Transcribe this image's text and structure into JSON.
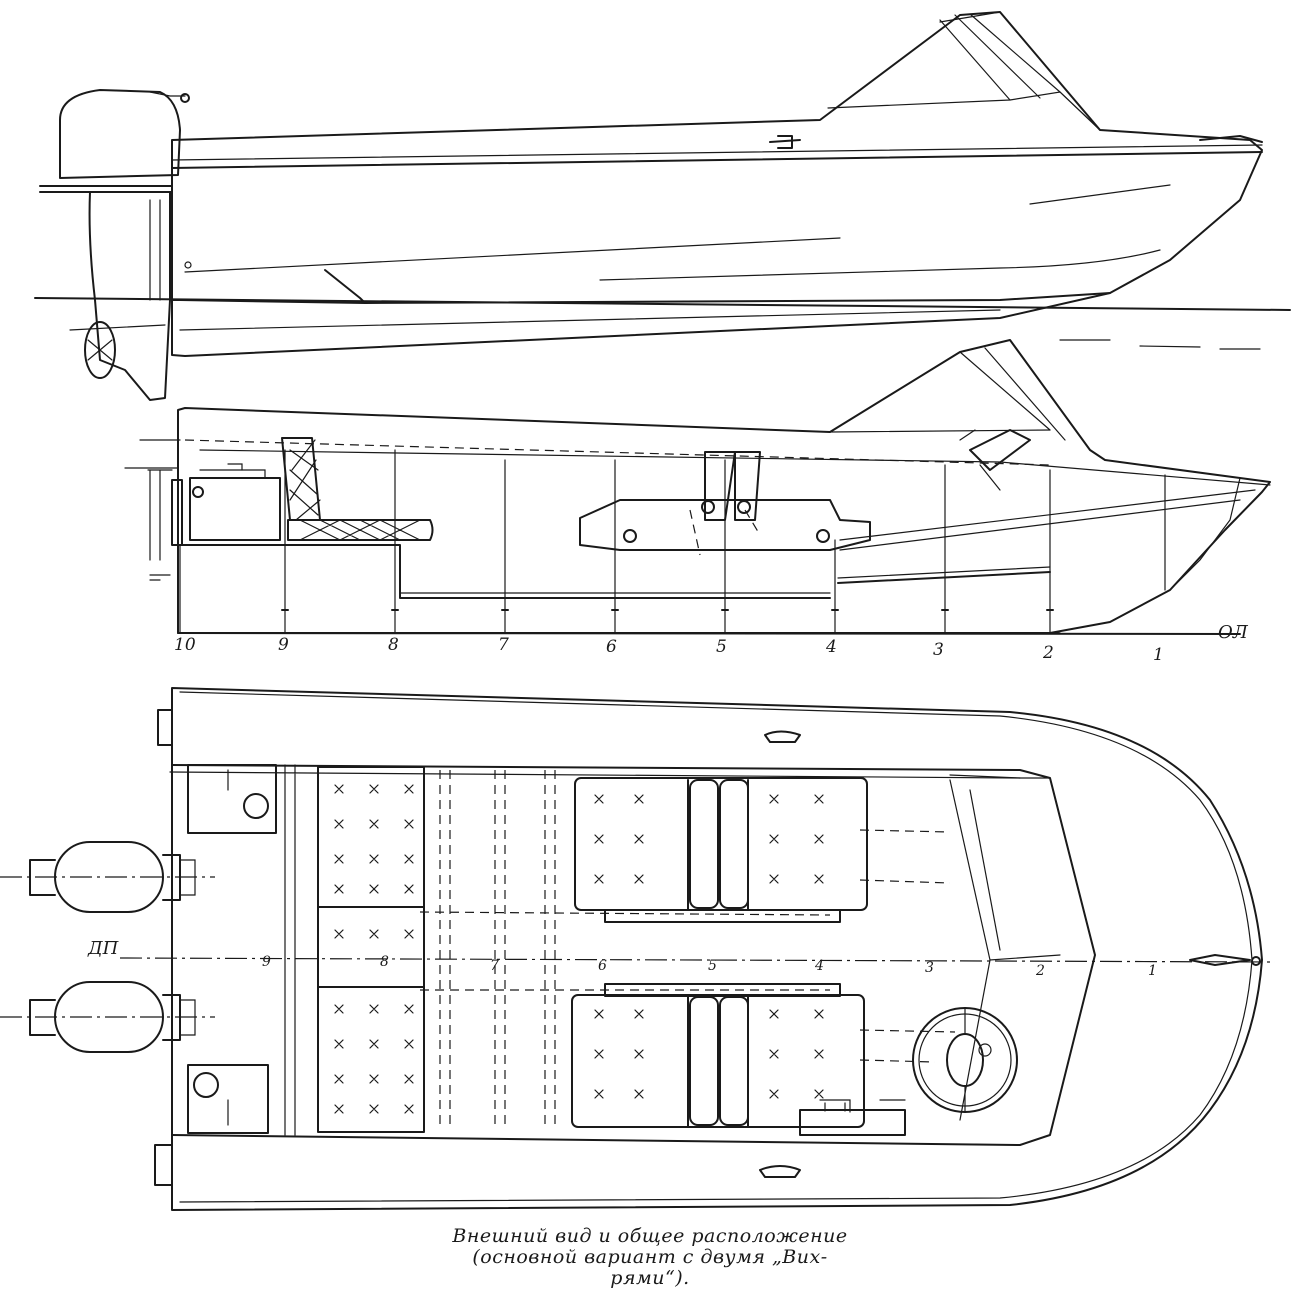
{
  "profile_view": {
    "frame_numbers": [
      "10",
      "9",
      "8",
      "7",
      "6",
      "5",
      "4",
      "3",
      "2",
      "1"
    ],
    "baseline_label": "ОЛ"
  },
  "plan_view": {
    "centerline_label": "ДП",
    "frame_numbers": [
      "9",
      "8",
      "7",
      "6",
      "5",
      "4",
      "3",
      "2",
      "1"
    ]
  },
  "caption": {
    "line1": "Внешний вид и общее расположение",
    "line2": "(основной вариант с двумя „Вих-",
    "line3": "рями“)."
  }
}
